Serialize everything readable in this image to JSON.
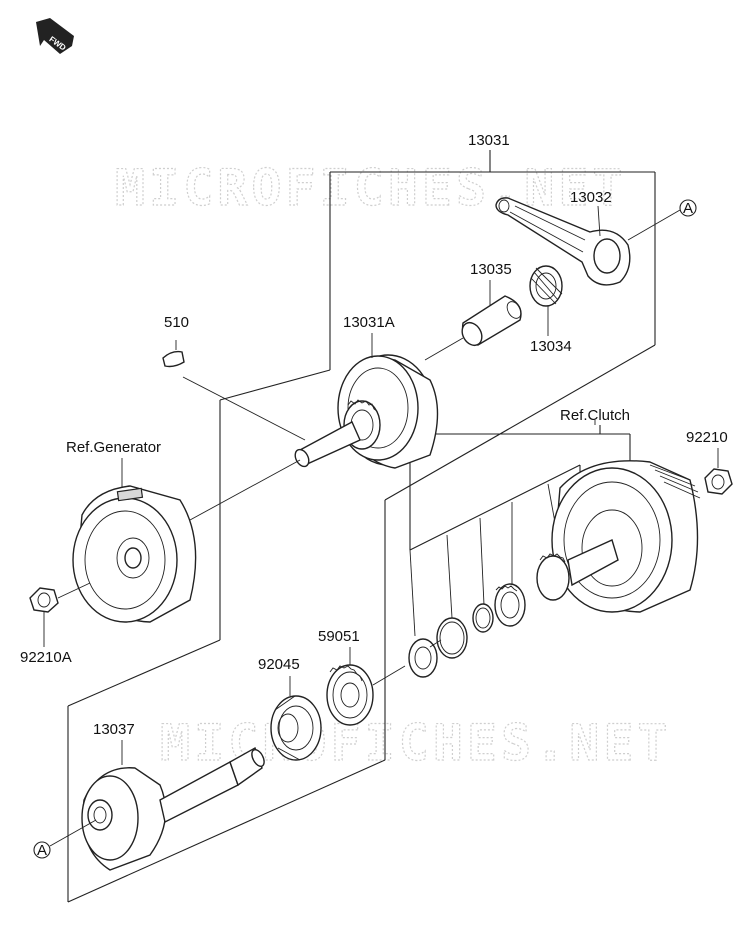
{
  "fwd_badge": "FWD",
  "watermarks": [
    "MICROFICHES.NET",
    "MICROFICHES.NET"
  ],
  "labels": {
    "p13031": "13031",
    "p13032": "13032",
    "pA_top": "A",
    "p13035": "13035",
    "p13034": "13034",
    "p510": "510",
    "p13031A": "13031A",
    "ref_generator": "Ref.Generator",
    "ref_clutch": "Ref.Clutch",
    "p92210": "92210",
    "p92210A": "92210A",
    "p59051": "59051",
    "p92045": "92045",
    "p13037": "13037",
    "pA_bottom": "A"
  }
}
